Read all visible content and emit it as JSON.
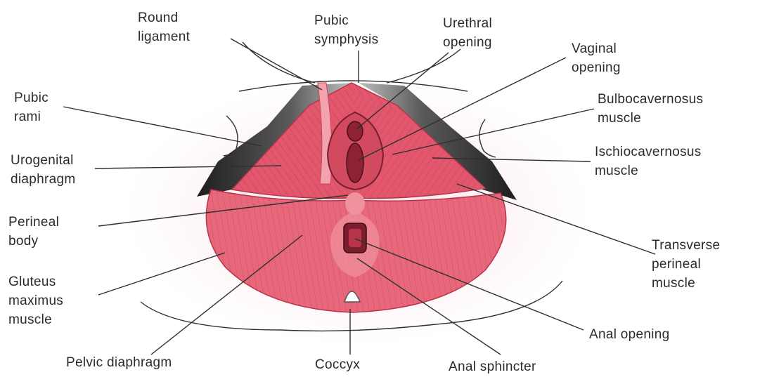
{
  "labels": {
    "round_ligament": [
      "Round",
      "ligament"
    ],
    "pubic_symphysis": [
      "Pubic",
      "symphysis"
    ],
    "urethral_opening": [
      "Urethral",
      "opening"
    ],
    "vaginal_opening": [
      "Vaginal",
      "opening"
    ],
    "bulbocavernosus": [
      "Bulbocavernosus",
      "muscle"
    ],
    "ischiocavernosus": [
      "Ischiocavernosus",
      "muscle"
    ],
    "pubic_rami": [
      "Pubic",
      "rami"
    ],
    "urogenital_diaphragm": [
      "Urogenital",
      "diaphragm"
    ],
    "perineal_body": [
      "Perineal",
      "body"
    ],
    "gluteus_maximus": [
      "Gluteus",
      "maximus",
      "muscle"
    ],
    "transverse_perineal": [
      "Transverse",
      "perineal",
      "muscle"
    ],
    "anal_opening": [
      "Anal opening"
    ],
    "pelvic_diaphragm": [
      "Pelvic diaphragm"
    ],
    "coccyx": [
      "Coccyx"
    ],
    "anal_sphincter": [
      "Anal sphincter"
    ]
  },
  "colors": {
    "muscle": "#e2576c",
    "muscle_dark": "#b8344a",
    "muscle_light": "#f2a3ae",
    "bone_shadow": "#3a3a3a",
    "skin": "#fbe6ea",
    "leader": "#2f2f2f"
  }
}
